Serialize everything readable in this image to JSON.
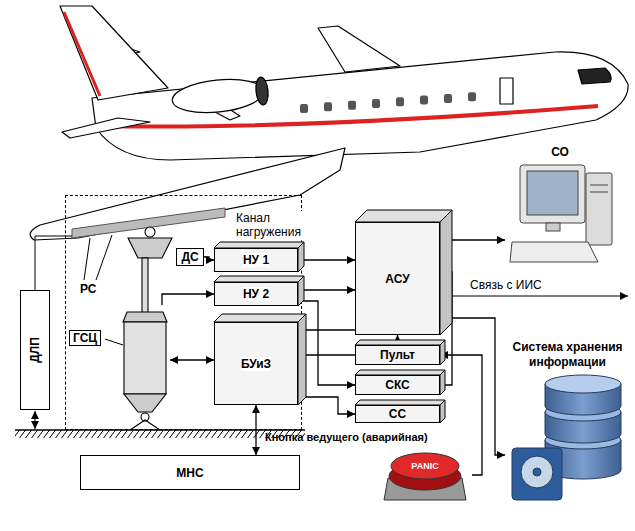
{
  "diagram": {
    "nodes": [
      {
        "text": [
          "Канал нагружения"
        ]
      },
      {
        "text": [
          "ДС"
        ],
        "in": 0
      },
      {
        "text": [
          "НУ 1"
        ],
        "in": 0
      },
      {
        "text": [
          "НУ 2"
        ],
        "in": 0
      },
      {
        "text": [
          "ГСЦ"
        ],
        "in": 0
      },
      {
        "text": [
          "БУиЗ"
        ],
        "in": 0
      },
      {
        "text": [
          "ДЛП"
        ]
      },
      {
        "text": [
          "АСУ"
        ]
      },
      {
        "text": [
          "СО"
        ]
      },
      {
        "text": [
          "Пульт"
        ]
      },
      {
        "text": [
          "СКС"
        ]
      },
      {
        "text": [
          "СС"
        ]
      },
      {
        "text": [
          "Система хранения информации"
        ]
      },
      {
        "text": [
          "Кнопка ведущего (аварийная)",
          "PANIC"
        ]
      },
      {
        "text": [
          "МНС"
        ]
      }
    ],
    "edges": [
      {
        "from": 1,
        "to": 2,
        "arrow": "to"
      },
      {
        "from": 4,
        "to": 3,
        "arrow": "to"
      },
      {
        "from": 2,
        "to": 7,
        "arrow": "to"
      },
      {
        "from": 3,
        "to": 7,
        "arrow": "to"
      },
      {
        "from": 3,
        "to": 10,
        "arrow": "to"
      },
      {
        "from": 7,
        "to": 5,
        "arrow": "to"
      },
      {
        "from": 4,
        "to": 5,
        "arrow": "both"
      },
      {
        "from": 5,
        "to": 14,
        "arrow": "both"
      },
      {
        "from": 9,
        "to": 7,
        "arrow": "to"
      },
      {
        "from": 9,
        "to": 5,
        "arrow": "to"
      },
      {
        "from": 10,
        "to": 7,
        "arrow": "to"
      },
      {
        "from": 5,
        "to": 11,
        "arrow": "to"
      },
      {
        "from": 13,
        "to": 9,
        "arrow": "to"
      },
      {
        "from": 7,
        "to": 8,
        "arrow": "to"
      },
      {
        "from": 7,
        "to": 12,
        "arrow": "both"
      }
    ],
    "labels": [
      "РС",
      "Связь с ИИС"
    ]
  }
}
